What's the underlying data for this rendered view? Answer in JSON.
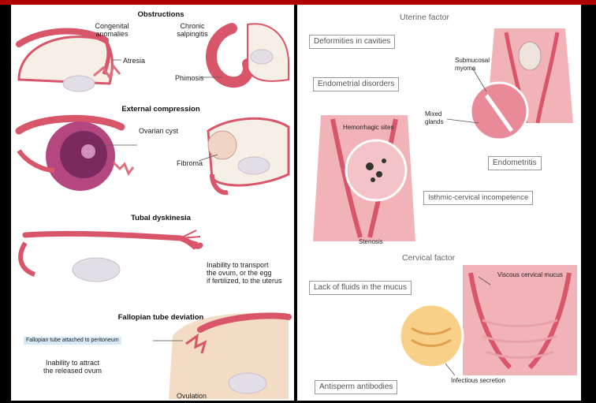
{
  "left": {
    "sections": {
      "obstructions": "Obstructions",
      "external_compression": "External compression",
      "tubal_dyskinesia": "Tubal dyskinesia",
      "fallopian_tube_deviation": "Fallopian tube deviation"
    },
    "labels": {
      "congenital": "Congenital\nanomalies",
      "chronic": "Chronic\nsalpingitis",
      "atresia": "Atresia",
      "phimosis": "Phimosis",
      "ovarian_cyst": "Ovarian cyst",
      "fibroma": "Fibroma",
      "inability_transport": "Inability to transport\nthe ovum, or the egg\nif fertilized, to the uterus",
      "attached_peritoneum": "Fallopian tube attached to peritoneum",
      "inability_attract": "Inability to attract\nthe released ovum",
      "ovulation": "Ovulation"
    }
  },
  "right": {
    "headers": {
      "uterine": "Uterine factor",
      "cervical": "Cervical factor"
    },
    "boxes": {
      "deformities": "Deformities in cavities",
      "endometrial": "Endometrial disorders",
      "endometritis": "Endometritis",
      "isthmic": "Isthmic-cervical incompetence",
      "lack_fluids": "Lack of fluids in the mucus",
      "antisperm": "Antisperm antibodies"
    },
    "labels": {
      "submucosal": "Submucosal\nmyoma",
      "mixed": "Mixed\nglands",
      "hemorrhagic": "Hemorrhagic sites",
      "stenosis": "Stenosis",
      "viscous": "Viscous cervical mucus",
      "infectious": "Infectious secretion"
    }
  },
  "colors": {
    "tissue": "#d9566a",
    "tissue_light": "#f2b3b8",
    "ovary": "#e3dde6",
    "background": "#000000",
    "accent_bar": "#b00000",
    "label_bg": "#d8eaf6"
  }
}
